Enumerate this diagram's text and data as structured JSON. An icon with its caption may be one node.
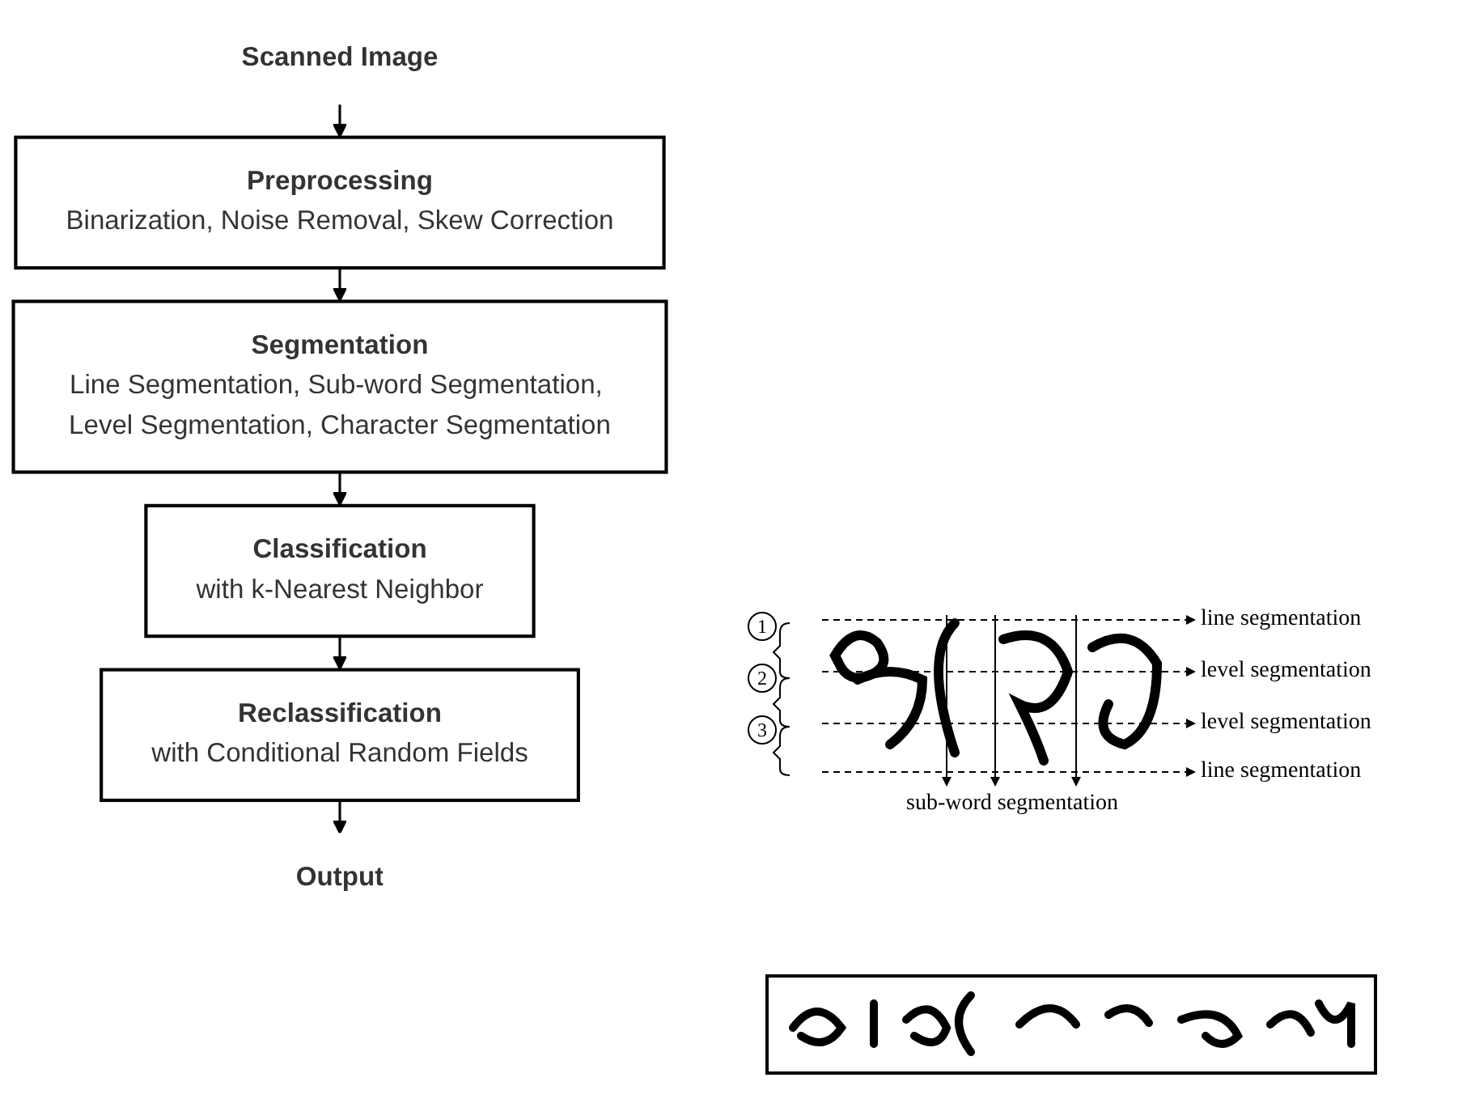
{
  "diagram": {
    "nodes": [
      {
        "text": [
          "Scanned Image"
        ]
      },
      {
        "text": [
          "Preprocessing",
          "Binarization, Noise Removal, Skew Correction"
        ]
      },
      {
        "text": [
          "Segmentation",
          "Line Segmentation, Sub-word Segmentation, Level Segmentation, Character Segmentation"
        ]
      },
      {
        "text": [
          "Classification",
          "with k-Nearest Neighbor"
        ]
      },
      {
        "text": [
          "Reclassification",
          "with Conditional Random Fields"
        ]
      },
      {
        "text": [
          "Output"
        ]
      }
    ],
    "edges": [
      {
        "from": 0,
        "to": 1,
        "arrow": "to"
      },
      {
        "from": 1,
        "to": 2,
        "arrow": "to"
      },
      {
        "from": 2,
        "to": 3,
        "arrow": "to"
      },
      {
        "from": 3,
        "to": 4,
        "arrow": "to"
      },
      {
        "from": 4,
        "to": 5,
        "arrow": "to"
      }
    ],
    "labels": [
      "line segmentation",
      "1",
      "level segmentation",
      "2",
      "level segmentation",
      "3",
      "line segmentation",
      "sub-word segmentation"
    ]
  }
}
